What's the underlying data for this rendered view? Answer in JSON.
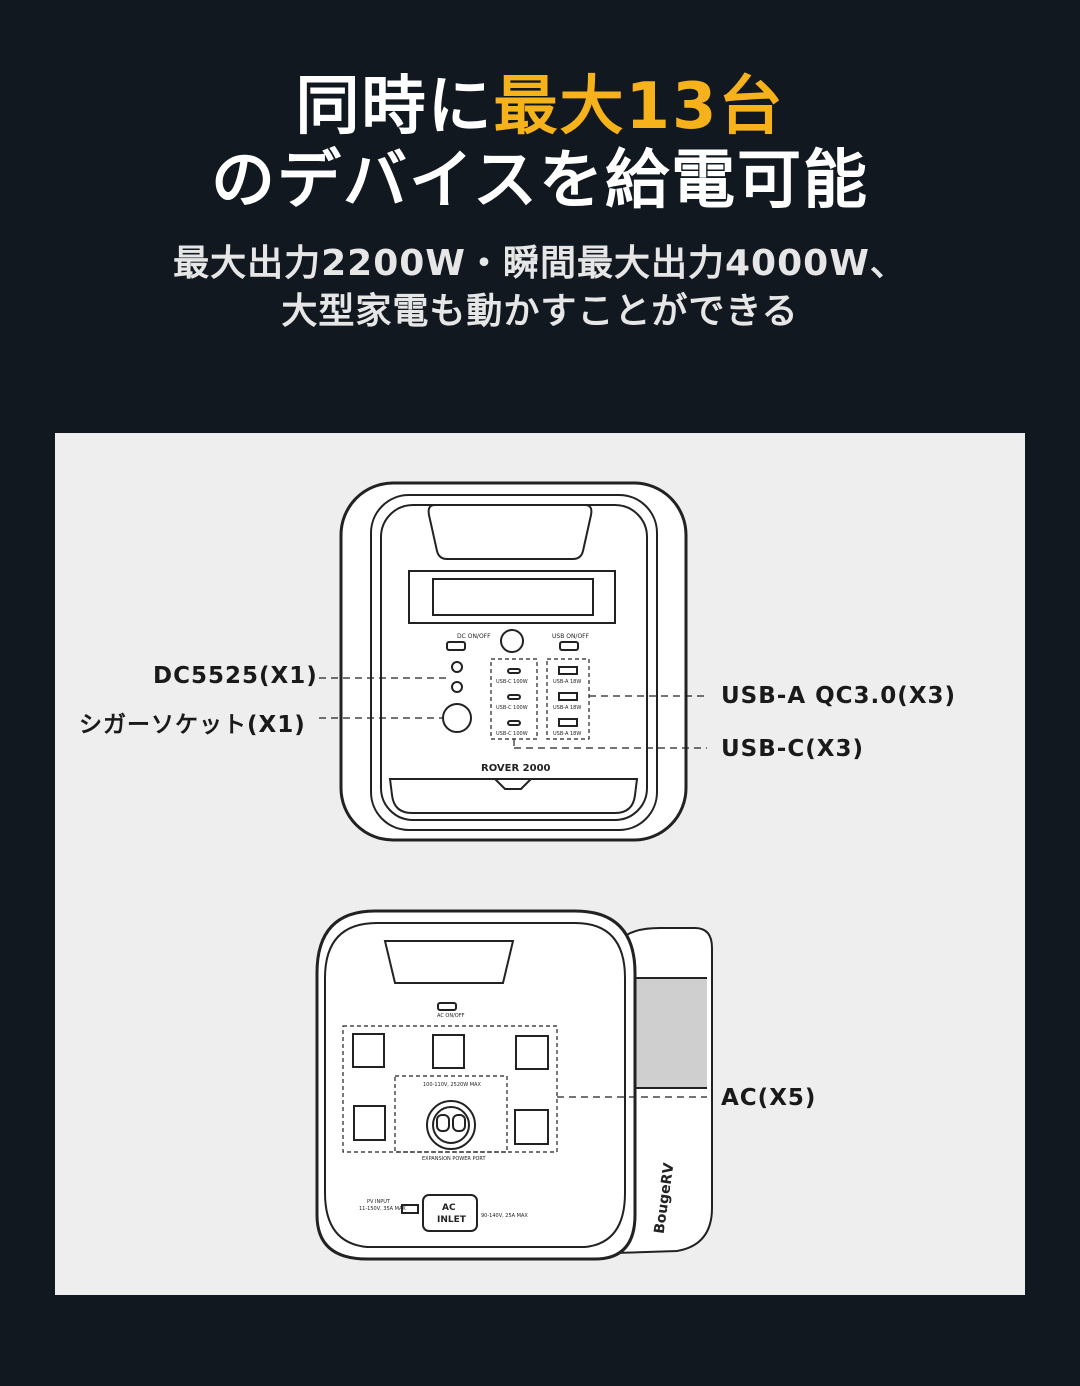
{
  "headline": {
    "line1_prefix": "同時に",
    "line1_accent": "最大13台",
    "line2": "のデバイスを給電可能"
  },
  "subhead": {
    "line1": "最大出力2200W・瞬間最大出力4000W、",
    "line2": "大型家電も動かすことができる"
  },
  "device_front": {
    "model": "ROVER 2000",
    "dc_switch": "DC ON/OFF",
    "usb_switch": "USB ON/OFF",
    "usb_c_ports": [
      "USB-C 100W",
      "USB-C 100W",
      "USB-C 100W"
    ],
    "usb_a_ports": [
      "USB-A 18W",
      "USB-A 18W",
      "USB-A 18W"
    ]
  },
  "device_back": {
    "ac_switch": "AC ON/OFF",
    "ac_rating": "100-110V, 2520W MAX",
    "expansion_port": "EXPANSION POWER PORT",
    "pv_input": "PV INPUT",
    "pv_rating": "11-150V, 35A MAX",
    "ac_inlet_line1": "AC",
    "ac_inlet_line2": "INLET",
    "inlet_rating": "90-140V, 25A MAX",
    "brand": "BougeRV"
  },
  "callouts": {
    "dc5525": "DC5525(X1)",
    "cigar": "シガーソケット(X1)",
    "usb_a": "USB-A QC3.0(X3)",
    "usb_c": "USB-C(X3)",
    "ac": "AC(X5)"
  },
  "colors": {
    "background": "#121820",
    "accent": "#f6b21b",
    "panel": "#eeeeee"
  }
}
